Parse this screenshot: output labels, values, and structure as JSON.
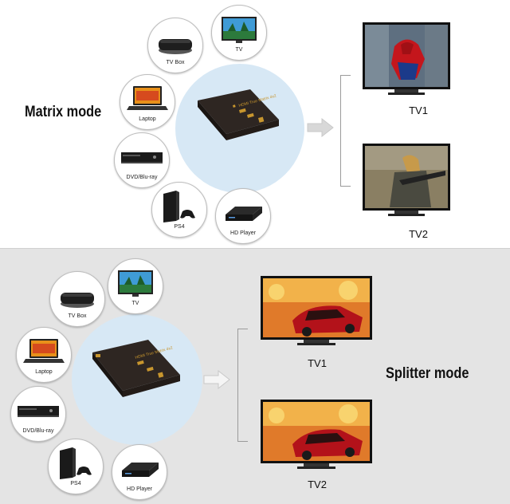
{
  "matrix": {
    "title": "Matrix mode",
    "devices": {
      "tv_box": "TV Box",
      "tv": "TV",
      "laptop": "Laptop",
      "dvd": "DVD/Blu-ray",
      "ps4": "PS4",
      "hd_player": "HD Player"
    },
    "outputs": [
      "TV1",
      "TV2"
    ],
    "switch_text": "HDMI True Matrix 4x2"
  },
  "splitter": {
    "title": "Splitter mode",
    "devices": {
      "tv_box": "TV Box",
      "tv": "TV",
      "laptop": "Laptop",
      "dvd": "DVD/Blu-ray",
      "ps4": "PS4",
      "hd_player": "HD Player"
    },
    "outputs": [
      "TV1",
      "TV2"
    ],
    "switch_text": "HDMI True Matrix 4x2"
  },
  "colors": {
    "hub": "#d7e8f5",
    "bottom_panel": "#e4e4e4",
    "switch_body": "#2a2320",
    "accent": "#c8962e"
  }
}
